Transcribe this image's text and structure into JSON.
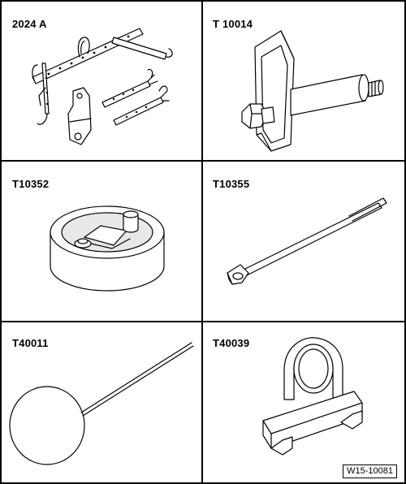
{
  "tools": [
    {
      "id": "2024-a",
      "label": "2024 A"
    },
    {
      "id": "t-10014",
      "label": "T 10014"
    },
    {
      "id": "t10352",
      "label": "T10352"
    },
    {
      "id": "t10355",
      "label": "T10355"
    },
    {
      "id": "t40011",
      "label": "T40011"
    },
    {
      "id": "t40039",
      "label": "T40039"
    }
  ],
  "figure_ref": "W15-10081"
}
